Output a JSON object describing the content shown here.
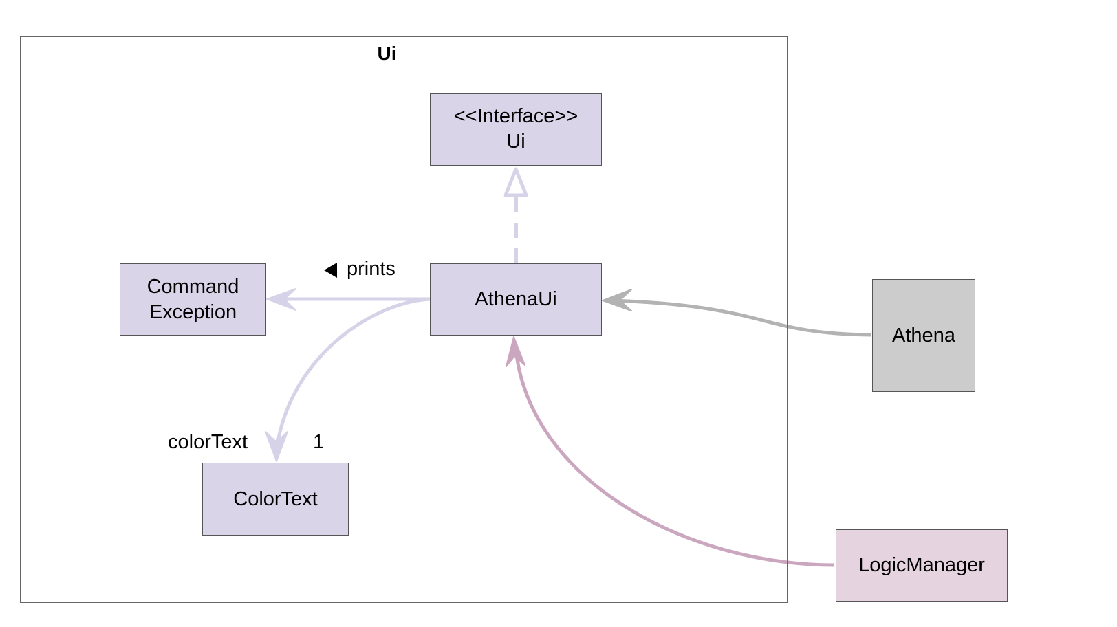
{
  "package": {
    "title": "Ui"
  },
  "nodes": {
    "interface_ui": {
      "stereotype": "<<Interface>>",
      "name": "Ui"
    },
    "athena_ui": {
      "name": "AthenaUi"
    },
    "command_exception": {
      "line1": "Command",
      "line2": "Exception"
    },
    "color_text": {
      "name": "ColorText"
    },
    "athena": {
      "name": "Athena"
    },
    "logic_manager": {
      "name": "LogicManager"
    }
  },
  "edges": {
    "prints": {
      "label": "prints"
    },
    "color_text_assoc": {
      "role": "colorText",
      "multiplicity": "1"
    }
  },
  "colors": {
    "ui_class_fill": "#d9d4e8",
    "ui_edge": "#d6d2e8",
    "athena_fill": "#cccccc",
    "athena_edge": "#b3b3b3",
    "logic_manager_fill": "#e5d3e0",
    "logic_manager_edge": "#cba6bf",
    "frame_border": "#666666"
  }
}
